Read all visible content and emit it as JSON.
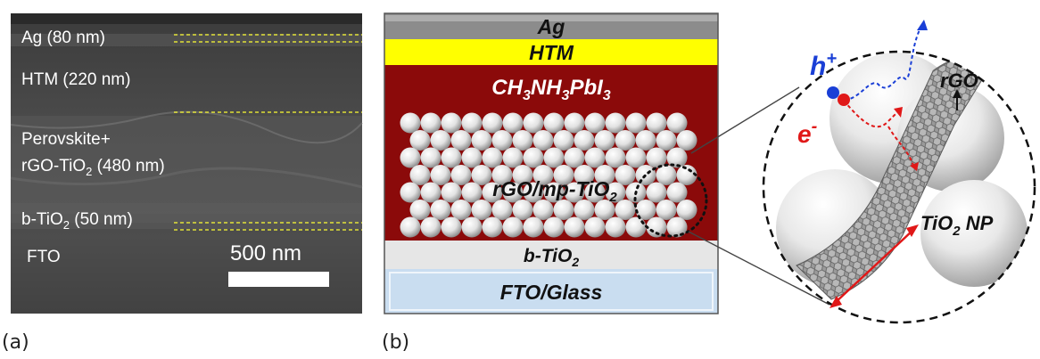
{
  "panel_a": {
    "label": "(a)",
    "layers": [
      {
        "text": "Ag (80 nm)"
      },
      {
        "text": "HTM (220 nm)"
      },
      {
        "text": "Perovskite+"
      },
      {
        "text": "rGO-TiO",
        "sub": "2",
        "after": " (480 nm)"
      },
      {
        "text": "b-TiO",
        "sub": "2",
        "after": " (50 nm)"
      },
      {
        "text": "FTO"
      }
    ],
    "scale_bar": "500 nm"
  },
  "panel_b": {
    "label": "(b)",
    "ag": "Ag",
    "htm": "HTM",
    "perovskite": {
      "parts": [
        "CH",
        "3",
        "NH",
        "3",
        "PbI",
        "3"
      ]
    },
    "mp": {
      "text": "rGO/mp-TiO",
      "sub": "2"
    },
    "btio2": {
      "text": "b-TiO",
      "sub": "2"
    },
    "fto": "FTO/Glass"
  },
  "inset": {
    "hole": "h",
    "hole_sup": "+",
    "electron": "e",
    "electron_sup": "-",
    "rgo": "rGO",
    "tio2np": {
      "text": "TiO",
      "sub": "2",
      "after": " NP"
    }
  },
  "colors": {
    "ag": "#8c8c8c",
    "htm": "#ffff00",
    "perovskite": "#8b0a0a",
    "btio2": "#e6e6e6",
    "fto": "#c9ddf0",
    "hole": "#1a3fd6",
    "electron": "#e01818"
  }
}
